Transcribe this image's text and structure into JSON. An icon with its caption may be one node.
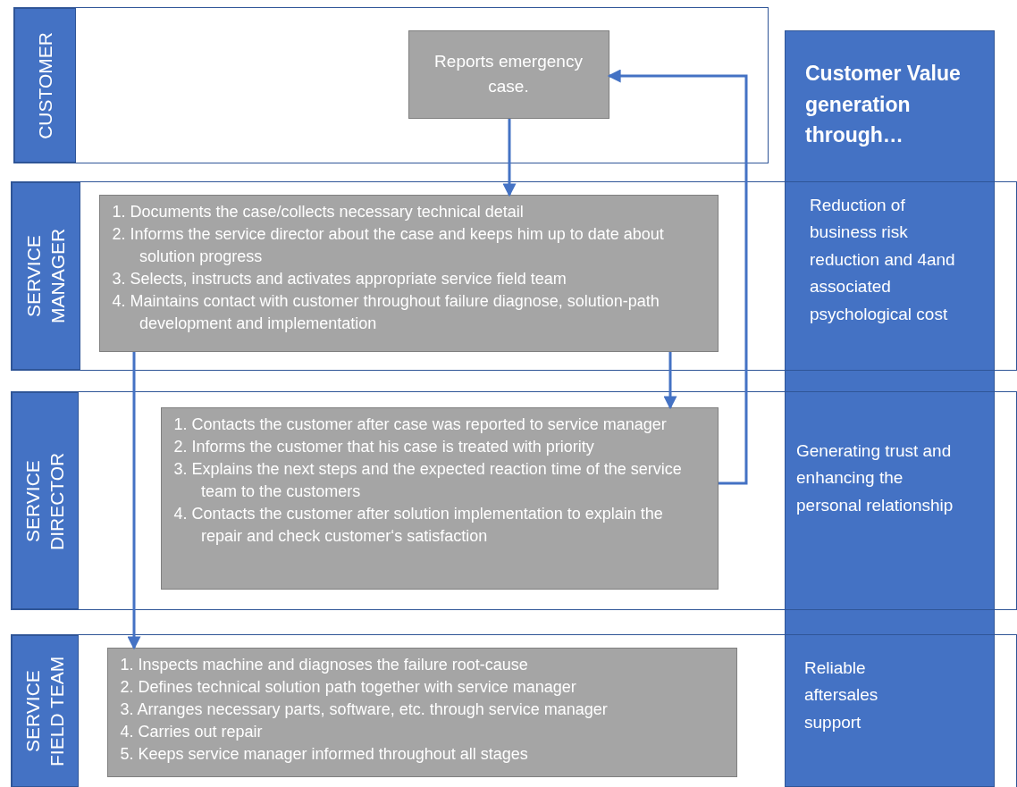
{
  "diagram": {
    "nodes": [
      {
        "text": [
          "CUSTOMER"
        ]
      },
      {
        "text": [
          "Reports emergency case."
        ],
        "in": 0
      },
      {
        "text": [
          "SERVICE MANAGER"
        ]
      },
      {
        "text": [
          "1. Documents the case/collects necessary technical detail",
          "2. Informs the service director about the case and keeps him up to date about solution progress",
          "3. Selects, instructs and activates appropriate service field team",
          "4. Maintains contact with customer throughout failure diagnose, solution-path development and implementation"
        ],
        "in": 2
      },
      {
        "text": [
          "SERVICE DIRECTOR"
        ]
      },
      {
        "text": [
          "1. Contacts the customer after case was reported to service manager",
          "2. Informs the customer that his case is treated with priority",
          "3. Explains the next steps and the expected reaction time of the service team to the customers",
          "4. Contacts the customer after solution implementation to explain the repair and check customer‘s satisfaction"
        ],
        "in": 4
      },
      {
        "text": [
          "SERVICE FIELD TEAM"
        ]
      },
      {
        "text": [
          "1. Inspects machine and diagnoses the failure root-cause",
          "2. Defines technical solution path together with service manager",
          "3. Arranges necessary parts, software, etc. through service manager",
          "4. Carries out repair",
          "5. Keeps service manager informed throughout all stages"
        ],
        "in": 6
      },
      {
        "text": [
          "Customer Value generation through…"
        ]
      },
      {
        "text": [
          "Reduction of business risk reduction and 4and associated psychological cost"
        ]
      },
      {
        "text": [
          "Generating trust and enhancing the personal relationship"
        ]
      },
      {
        "text": [
          "Reliable aftersales support"
        ]
      }
    ],
    "edges": [
      {
        "from": 1,
        "to": 3,
        "arrow": "to"
      },
      {
        "from": 3,
        "to": 5,
        "arrow": "to"
      },
      {
        "from": 5,
        "to": 1,
        "arrow": "to"
      },
      {
        "from": 3,
        "to": 7,
        "arrow": "to"
      }
    ]
  }
}
